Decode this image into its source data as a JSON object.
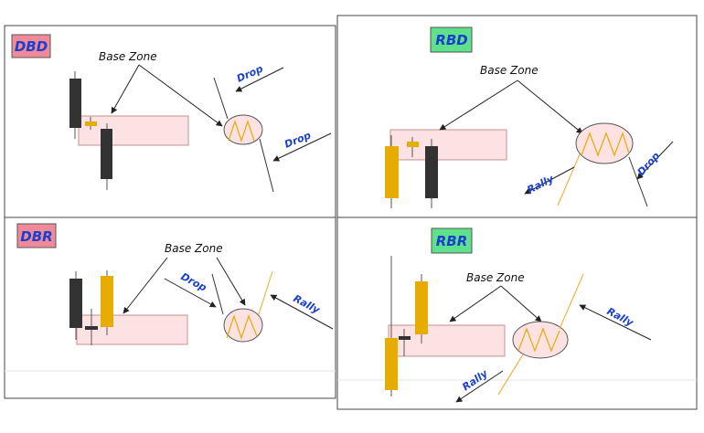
{
  "panels": {
    "dbd": {
      "tag": "DBD",
      "tag_color": "#f08a99",
      "base_zone": "Base Zone",
      "move_in": "Drop",
      "move_out": "Drop"
    },
    "rbd": {
      "tag": "RBD",
      "tag_color": "#5fe08a",
      "base_zone": "Base Zone",
      "move_in": "Rally",
      "move_out": "Drop"
    },
    "dbr": {
      "tag": "DBR",
      "tag_color": "#f08a99",
      "base_zone": "Base Zone",
      "move_in": "Drop",
      "move_out": "Rally"
    },
    "rbr": {
      "tag": "RBR",
      "tag_color": "#5fe08a",
      "base_zone": "Base Zone",
      "move_in": "Rally",
      "move_out": "Rally"
    }
  },
  "colors": {
    "bearish_candle": "#333333",
    "bullish_candle": "#e6ac00",
    "base_zone_fill": "#fde2e4",
    "label_text": "#1a3fd1"
  }
}
